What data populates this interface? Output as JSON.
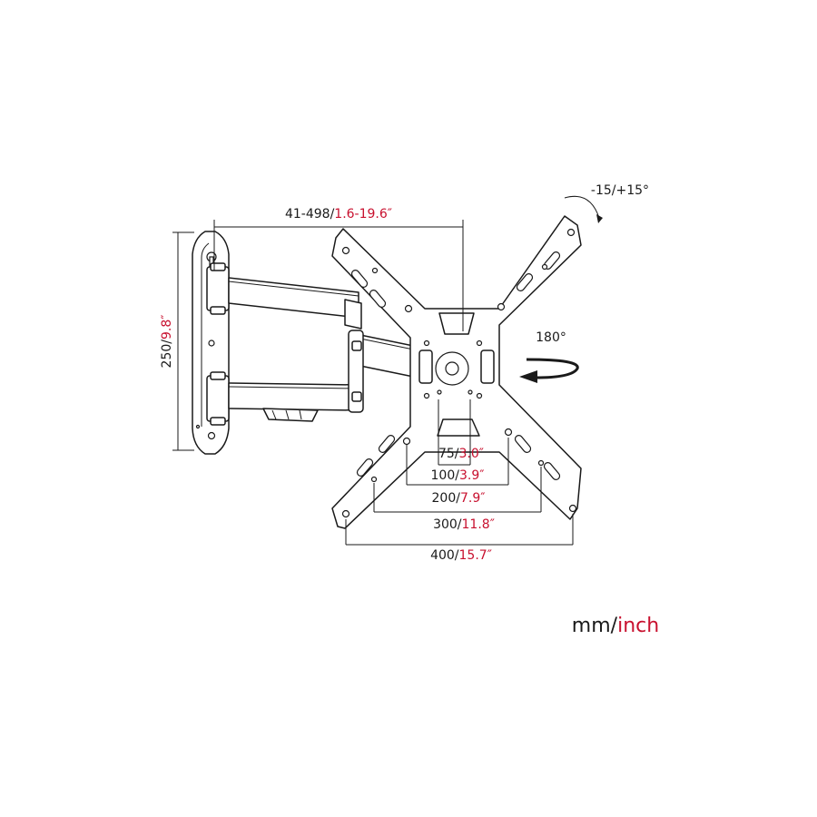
{
  "dimensions": {
    "reach": {
      "mm": "41-498/",
      "inch": "1.6-19.6″"
    },
    "height": {
      "mm": "250/",
      "inch": "9.8″"
    },
    "tilt": "-15/+15°",
    "swivel": "180°",
    "vesa": [
      {
        "mm": "75/",
        "inch": "3.0″"
      },
      {
        "mm": "100/",
        "inch": "3.9″"
      },
      {
        "mm": "200/",
        "inch": "7.9″"
      },
      {
        "mm": "300/",
        "inch": "11.8″"
      },
      {
        "mm": "400/",
        "inch": "15.7″"
      }
    ]
  },
  "units_legend": {
    "mm": "mm/",
    "inch": "inch"
  },
  "colors": {
    "line": "#1a1a1a",
    "inch_text": "#c8102e",
    "background": "#ffffff"
  }
}
